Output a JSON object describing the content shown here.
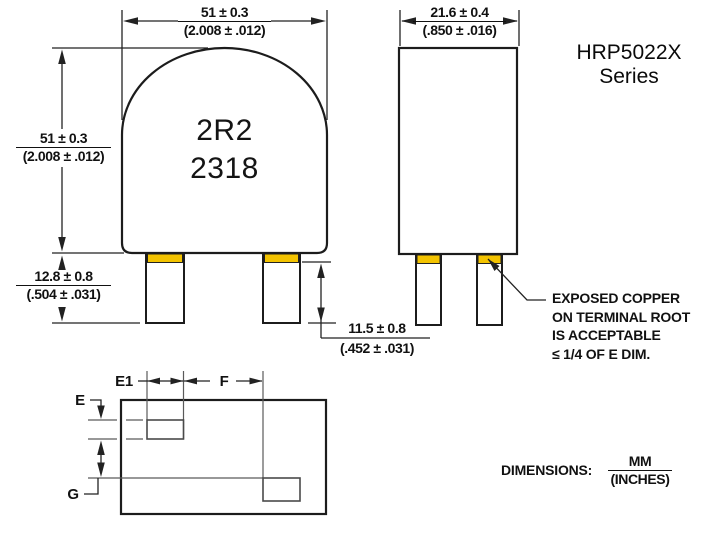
{
  "title": {
    "line1": "HRP5022X",
    "line2": "Series"
  },
  "front_view": {
    "marking_line1": "2R2",
    "marking_line2": "2318",
    "width_dim": {
      "mm": "51 ± 0.3",
      "in": "(2.008 ± .012)"
    },
    "height_dim": {
      "mm": "51 ± 0.3",
      "in": "(2.008 ± .012)"
    },
    "lead_dim": {
      "mm": "12.8 ± 0.8",
      "in": "(.504 ± .031)"
    },
    "root_dim": {
      "mm": "11.5 ± 0.8",
      "in": "(.452 ± .031)"
    }
  },
  "side_view": {
    "width_dim": {
      "mm": "21.6 ± 0.4",
      "in": "(.850 ± .016)"
    }
  },
  "footprint": {
    "e1": "E1",
    "f": "F",
    "e": "E",
    "g": "G"
  },
  "note": {
    "line1": "EXPOSED COPPER",
    "line2": "ON TERMINAL ROOT",
    "line3": "IS ACCEPTABLE",
    "line4": "≤ 1/4 OF E DIM."
  },
  "footer": {
    "label": "DIMENSIONS:",
    "unit_top": "MM",
    "unit_bottom": "(INCHES)"
  },
  "colors": {
    "copper": "#F3C300",
    "line": "#1C1C1C"
  }
}
